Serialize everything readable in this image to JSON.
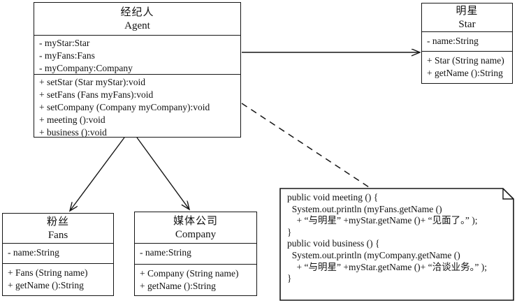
{
  "diagram": {
    "title": "Agent-Star-Fans-Company UML class diagram",
    "classes": [
      {
        "id": "agent",
        "name_cn": "经纪人",
        "name_en": "Agent",
        "attributes": [
          "- myStar:Star",
          "- myFans:Fans",
          "- myCompany:Company"
        ],
        "methods": [
          "+ setStar (Star myStar):void",
          "+ setFans (Fans myFans):void",
          "+ setCompany (Company myCompany):void",
          "+ meeting ():void",
          "+ business ():void"
        ]
      },
      {
        "id": "star",
        "name_cn": "明星",
        "name_en": "Star",
        "attributes": [
          "- name:String"
        ],
        "methods": [
          "+ Star (String name)",
          "+ getName ():String"
        ]
      },
      {
        "id": "fans",
        "name_cn": "粉丝",
        "name_en": "Fans",
        "attributes": [
          "- name:String"
        ],
        "methods": [
          "+ Fans (String name)",
          "+ getName ():String"
        ]
      },
      {
        "id": "company",
        "name_cn": "媒体公司",
        "name_en": "Company",
        "attributes": [
          "- name:String"
        ],
        "methods": [
          "+ Company (String name)",
          "+ getName ():String"
        ]
      }
    ],
    "note": {
      "lines": [
        "public void meeting () {",
        "  System.out.println (myFans.getName ()",
        "    + “与明星” +myStar.getName ()+ “见面了。” );",
        "}",
        "",
        "public void business () {",
        "  System.out.println (myCompany.getName ()",
        "    + “与明星” +myStar.getName ()+ “洽谈业务。” );",
        "}"
      ]
    },
    "relationships": [
      {
        "from": "Agent",
        "to": "Star",
        "type": "directed-association",
        "line": "solid",
        "arrow": "open"
      },
      {
        "from": "Agent",
        "to": "Fans",
        "type": "directed-association",
        "line": "solid",
        "arrow": "open"
      },
      {
        "from": "Agent",
        "to": "Company",
        "type": "directed-association",
        "line": "solid",
        "arrow": "open"
      },
      {
        "from": "Agent",
        "to": "code-note",
        "type": "note-anchor",
        "line": "dashed",
        "arrow": "none"
      }
    ],
    "colors": {
      "line": "#161616",
      "background": "#ffffff",
      "text": "#111111"
    }
  }
}
